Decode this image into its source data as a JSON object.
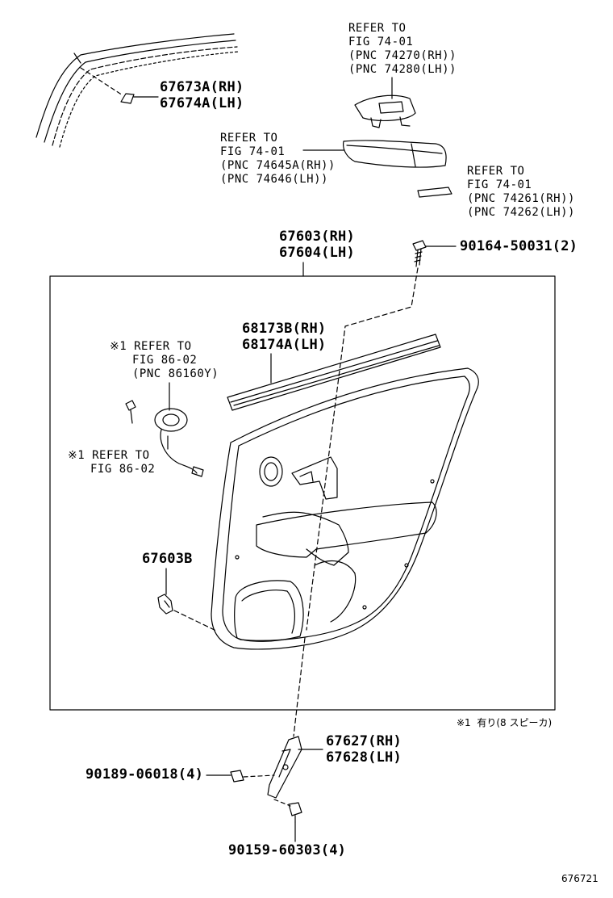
{
  "labels": {
    "roof_trim_rh": "67673A(RH)",
    "roof_trim_lh": "67674A(LH)",
    "switch_ref": [
      "REFER TO",
      "FIG 74-01",
      "(PNC 74270(RH))",
      "(PNC 74280(LH))"
    ],
    "armrest_ref": [
      "REFER TO",
      "FIG 74-01",
      "(PNC 74645A(RH))",
      "(PNC 74646(LH))"
    ],
    "pad_ref": [
      "REFER TO",
      "FIG 74-01",
      "(PNC 74261(RH))",
      "(PNC 74262(LH))"
    ],
    "board_rh": "67603(RH)",
    "board_lh": "67604(LH)",
    "screw_top": "90164-50031(2)",
    "weatherstrip_rh": "68173B(RH)",
    "weatherstrip_lh": "68174A(LH)",
    "speaker_ref": [
      "※1 REFER TO",
      "FIG 86-02",
      "(PNC 86160Y)"
    ],
    "wire_ref": [
      "※1 REFER TO",
      "FIG 86-02"
    ],
    "clip": "67603B",
    "footnote": "※1  有り(8 スピーカ)",
    "bracket_rh": "67627(RH)",
    "bracket_lh": "67628(LH)",
    "nut": "90189-06018(4)",
    "screw_bottom": "90159-60303(4)",
    "figure_number": "676721"
  }
}
